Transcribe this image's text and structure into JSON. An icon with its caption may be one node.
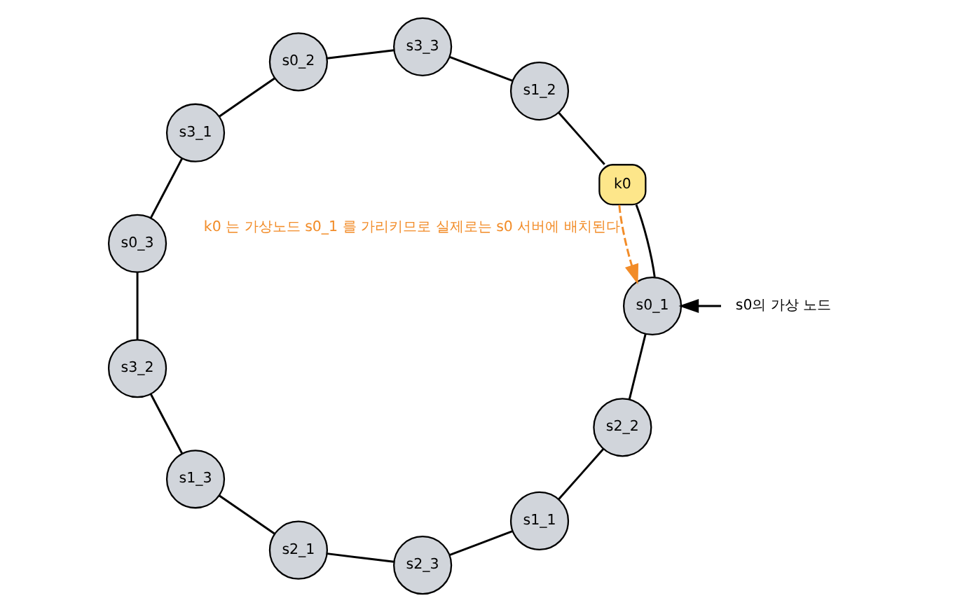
{
  "diagram": {
    "nodes": [
      {
        "text": [
          "s1_3"
        ]
      },
      {
        "text": [
          "s3_2"
        ]
      },
      {
        "text": [
          "s0_3"
        ]
      },
      {
        "text": [
          "s3_1"
        ]
      },
      {
        "text": [
          "s0_2"
        ]
      },
      {
        "text": [
          "s3_3"
        ]
      },
      {
        "text": [
          "s1_2"
        ]
      },
      {
        "text": [
          "k0"
        ]
      },
      {
        "text": [
          "s0_1"
        ]
      },
      {
        "text": [
          "s2_2"
        ]
      },
      {
        "text": [
          "s1_1"
        ]
      },
      {
        "text": [
          "s2_3"
        ]
      },
      {
        "text": [
          "s2_1"
        ]
      },
      {
        "text": [
          "s0의 가상 노드"
        ]
      }
    ],
    "edges": [
      {
        "from": 0,
        "to": 1,
        "arrow": "none"
      },
      {
        "from": 1,
        "to": 2,
        "arrow": "none"
      },
      {
        "from": 2,
        "to": 3,
        "arrow": "none"
      },
      {
        "from": 3,
        "to": 4,
        "arrow": "none"
      },
      {
        "from": 4,
        "to": 5,
        "arrow": "none"
      },
      {
        "from": 5,
        "to": 6,
        "arrow": "none"
      },
      {
        "from": 6,
        "to": 7,
        "arrow": "none"
      },
      {
        "from": 7,
        "to": 8,
        "arrow": "none"
      },
      {
        "from": 8,
        "to": 9,
        "arrow": "none"
      },
      {
        "from": 9,
        "to": 10,
        "arrow": "none"
      },
      {
        "from": 10,
        "to": 11,
        "arrow": "none"
      },
      {
        "from": 11,
        "to": 12,
        "arrow": "none"
      },
      {
        "from": 12,
        "to": 0,
        "arrow": "none"
      },
      {
        "from": 13,
        "to": 8,
        "arrow": "to"
      },
      {
        "from": 7,
        "to": 8,
        "arrow": "to",
        "style": "dashed",
        "color": "#f28c28",
        "label": "k0 는 가상노드 s0_1 를 가리키므로 실제로는 s0 서버에 배치된다"
      }
    ]
  }
}
